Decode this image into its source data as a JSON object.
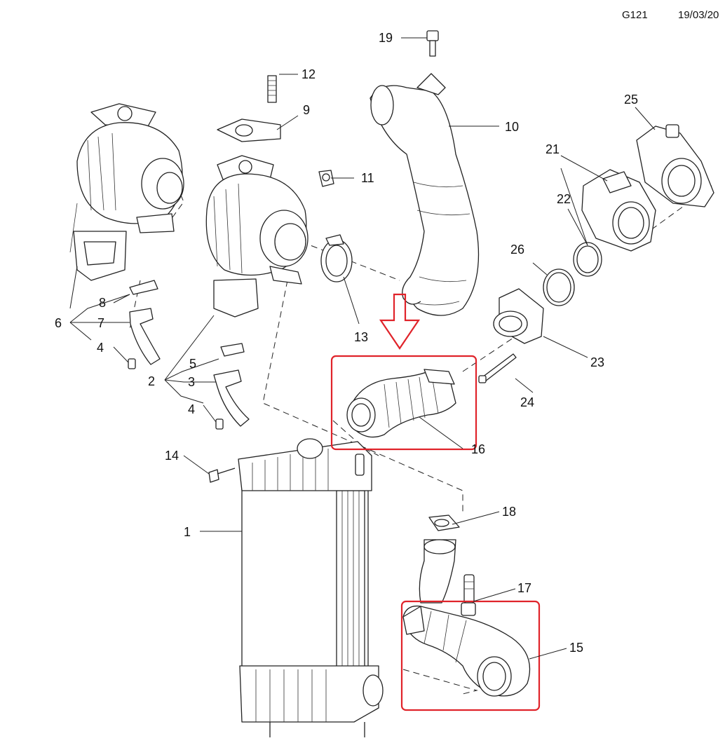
{
  "header": {
    "code": "G121",
    "date": "19/03/20"
  },
  "callouts": {
    "c1": "1",
    "c2": "2",
    "c3": "3",
    "c4a": "4",
    "c4b": "4",
    "c5": "5",
    "c6": "6",
    "c7": "7",
    "c8": "8",
    "c9": "9",
    "c10": "10",
    "c11": "11",
    "c12": "12",
    "c13": "13",
    "c14": "14",
    "c15": "15",
    "c16": "16",
    "c17": "17",
    "c18": "18",
    "c19": "19",
    "c21": "21",
    "c22": "22",
    "c23": "23",
    "c24": "24",
    "c25": "25",
    "c26": "26"
  },
  "colors": {
    "highlight": "#e0232a",
    "line": "#222222"
  }
}
